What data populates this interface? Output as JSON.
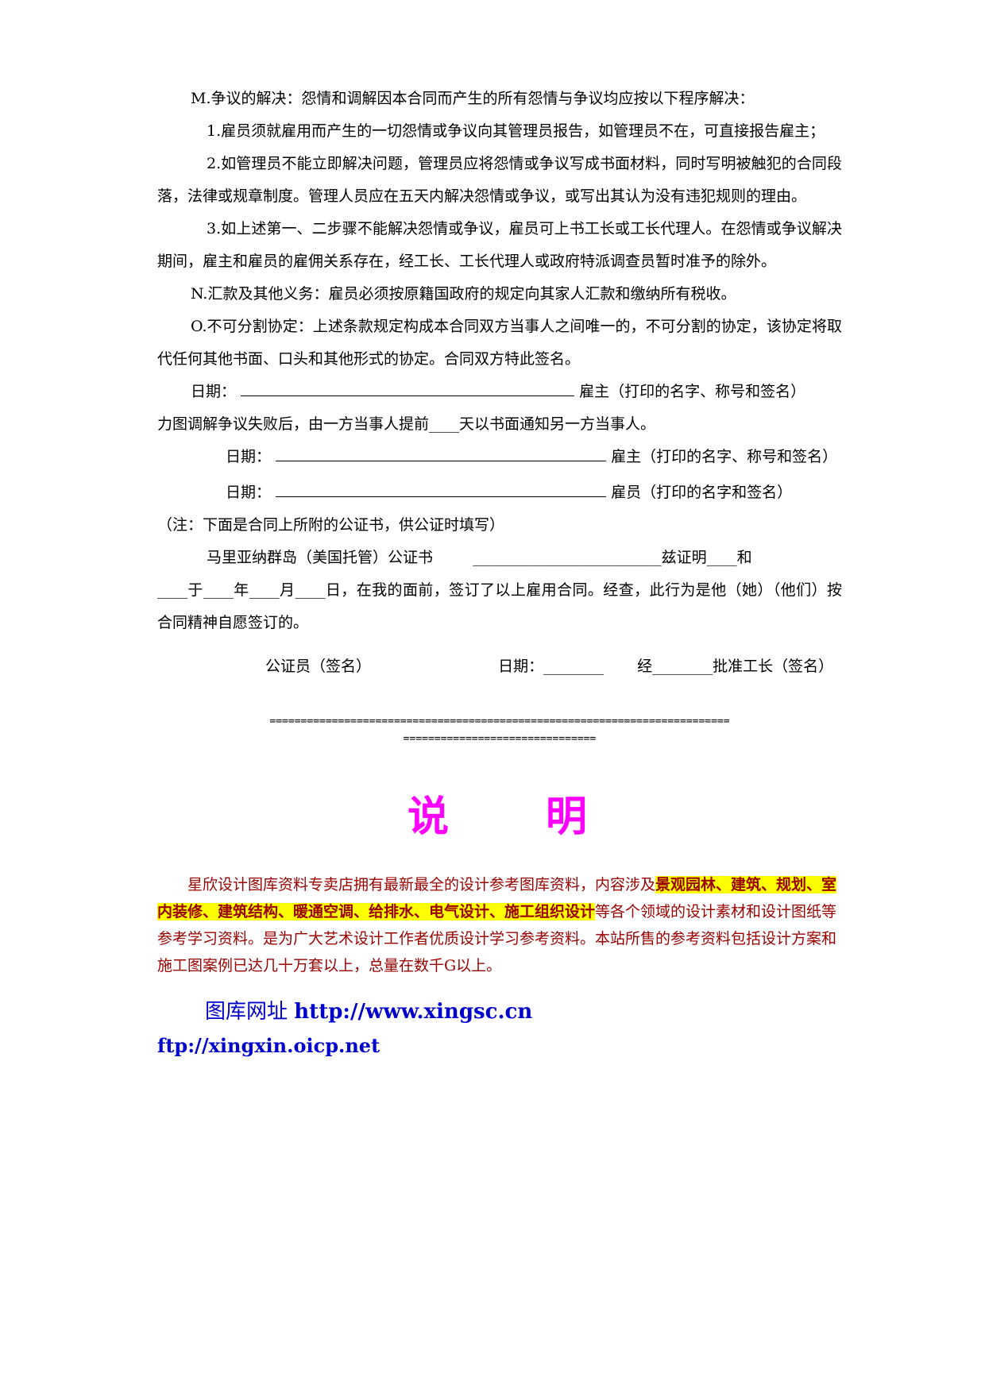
{
  "contract": {
    "m_heading": "M.争议的解决：怨情和调解因本合同而产生的所有怨情与争议均应按以下程序解决：",
    "m1": "1.雇员须就雇用而产生的一切怨情或争议向其管理员报告，如管理员不在，可直接报告雇主；",
    "m2": "2.如管理员不能立即解决问题，管理员应将怨情或争议写成书面材料，同时写明被触犯的合同段落，法律或规章制度。管理人员应在五天内解决怨情或争议，或写出其认为没有违犯规则的理由。",
    "m3": "3.如上述第一、二步骤不能解决怨情或争议，雇员可上书工长或工长代理人。在怨情或争议解决期间，雇主和雇员的雇佣关系存在，经工长、工长代理人或政府特派调查员暂时准予的除外。",
    "n": "N.汇款及其他义务：雇员必须按原籍国政府的规定向其家人汇款和缴纳所有税收。",
    "o": "O.不可分割协定：上述条款规定构成本合同双方当事人之间唯一的，不可分割的协定，该协定将取代任何其他书面、口头和其他形式的协定。合同双方特此签名。",
    "date_label": "日期：",
    "sig1_suffix": "雇主（打印的名字、称号和签名）",
    "notice_text": "力图调解争议失败后，由一方当事人提前____天以书面通知另一方当事人。",
    "sig2_suffix": "雇主（打印的名字、称号和签名）",
    "sig3_suffix": "雇员（打印的名字和签名）",
    "note": "（注：下面是合同上所附的公证书，供公证时填写）",
    "notary_title": "马里亚纳群岛（美国托管）公证书",
    "notary_line": "_________________________兹证明____和",
    "notary_body": "____于____年____月____日，在我的面前，签订了以上雇用合同。经查，此行为是他（她）（他们）按合同精神自愿签订的。",
    "notary_sig": "公证员（签名）",
    "notary_date": "日期：________",
    "approve": "经________批准工长（签名）",
    "separator1": "==========================================================================",
    "separator2": "==============================="
  },
  "note_section": {
    "title": "说　　明",
    "intro_before": "星欣设计图库资料专卖店拥有最新最全的设计参考图库资料，内容涉及",
    "intro_highlight": "景观园林、建筑、规划、室内装修、建筑结构、暖通空调、给排水、电气设计、施工组织设计",
    "intro_after": "等各个领域的设计素材和设计图纸等参考学习资料。是为广大艺术设计工作者优质设计学习参考资料。本站所售的参考资料包括设计方案和施工图案例已达几十万套以上，总量在数千G以上。",
    "site_label": "图库网址",
    "site_url": "http://www.xingsc.cn",
    "ftp_url": "ftp://xingxin.oicp.net"
  },
  "colors": {
    "title": "#ff00ff",
    "intro_text": "#990000",
    "highlight_bg": "#ffff00",
    "link": "#0000cc"
  }
}
